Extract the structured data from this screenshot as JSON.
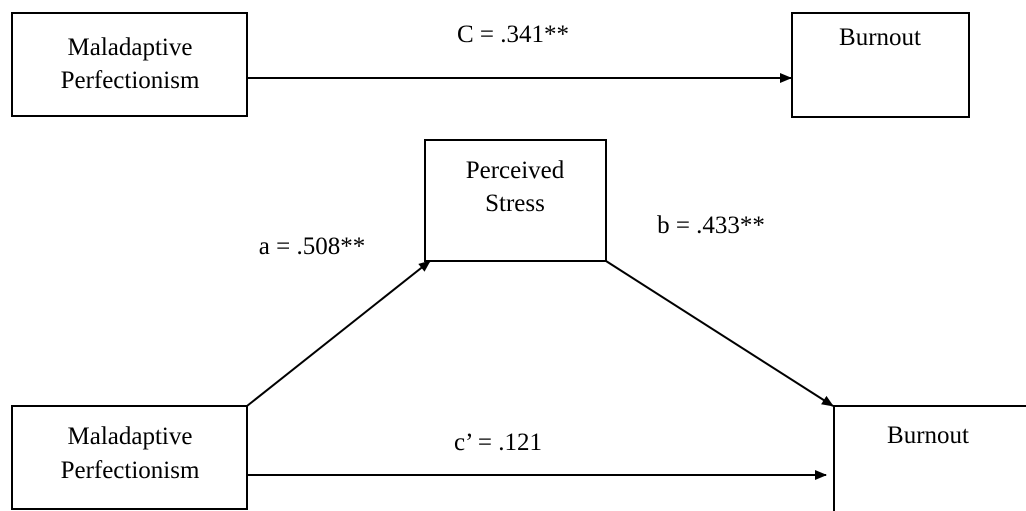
{
  "nodes": {
    "top_predictor": {
      "lines": [
        "Maladaptive",
        "Perfectionism"
      ]
    },
    "top_outcome": {
      "lines": [
        "Burnout"
      ]
    },
    "mediator": {
      "lines": [
        "Perceived",
        "Stress"
      ]
    },
    "bottom_predictor": {
      "lines": [
        "Maladaptive",
        "Perfectionism"
      ]
    },
    "bottom_outcome": {
      "lines": [
        "Burnout"
      ]
    }
  },
  "paths": {
    "total_effect": "C = .341**",
    "a_path": "a = .508**",
    "b_path": "b = .433**",
    "direct_effect": "c’ = .121"
  }
}
